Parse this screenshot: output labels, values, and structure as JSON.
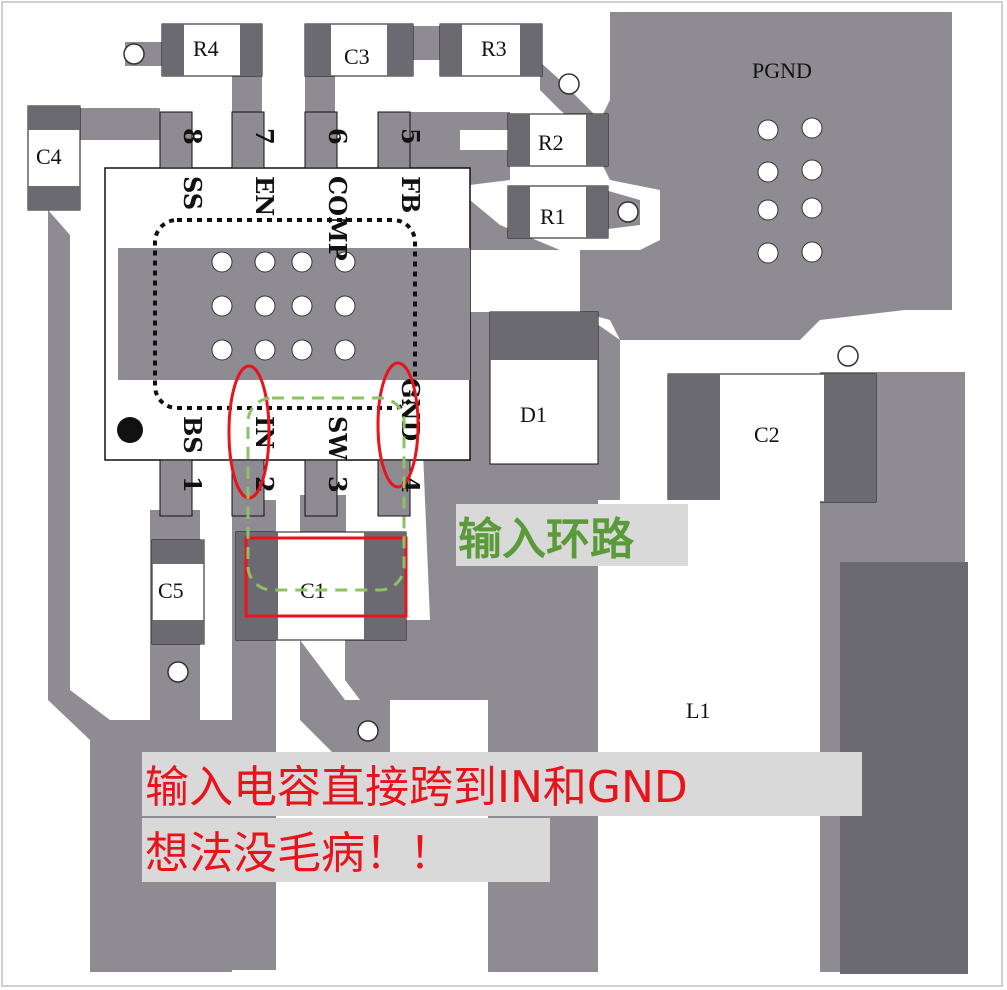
{
  "colors": {
    "copper": "#8e8c92",
    "pad_dark": "#6b6a70",
    "silk": "#111111",
    "annotation_green": "#5a9a3a",
    "annotation_red": "#e8141b",
    "annotation_bg": "#d9d9d9"
  },
  "labels": {
    "pgnd": "PGND",
    "r4": "R4",
    "c3": "C3",
    "r3": "R3",
    "r2": "R2",
    "r1": "R1",
    "c4": "C4",
    "c5": "C5",
    "c1": "C1",
    "d1": "D1",
    "c2": "C2",
    "l1": "L1"
  },
  "ic_pins": {
    "top_numbers": [
      "8",
      "7",
      "6",
      "5"
    ],
    "top_names": [
      "SS",
      "EN",
      "COMP",
      "FB"
    ],
    "bottom_names": [
      "BS",
      "IN",
      "SW",
      "GND"
    ],
    "bottom_numbers": [
      "1",
      "2",
      "3",
      "4"
    ]
  },
  "annotations": {
    "input_loop": "输入环路",
    "comment_line1": "输入电容直接跨到IN和GND",
    "comment_line2": "想法没毛病！！"
  }
}
